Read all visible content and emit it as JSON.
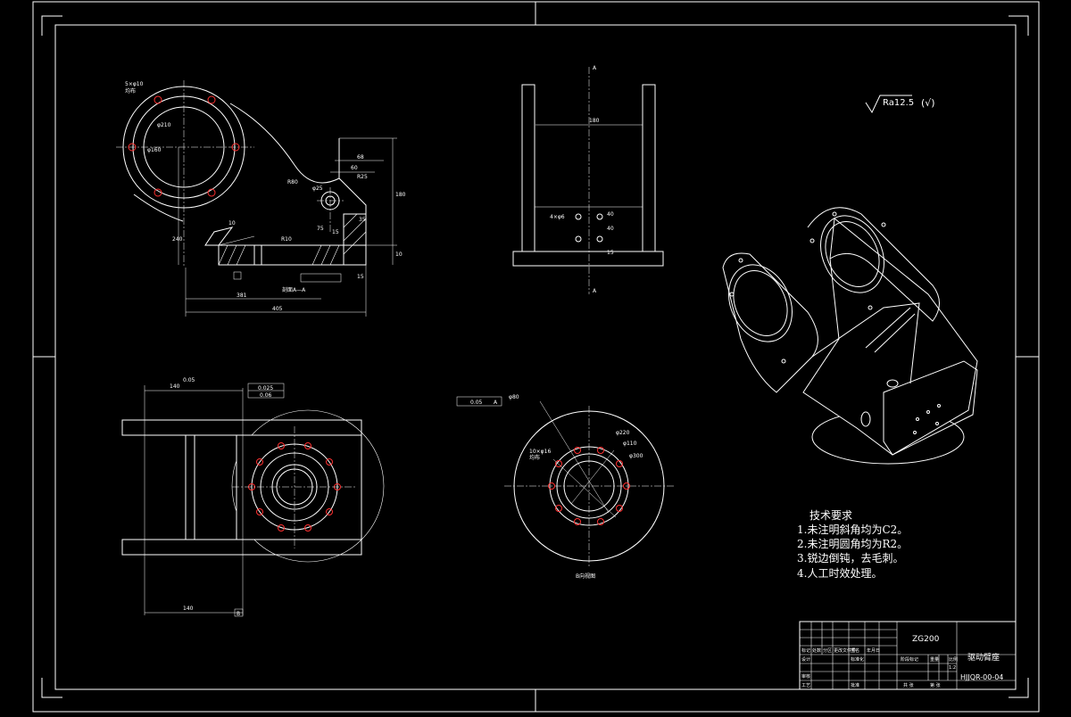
{
  "roughness": {
    "symbol": "Ra12.5",
    "suffix": "(√)"
  },
  "front_view": {
    "holes_label": "5×φ10",
    "holes_sub": "均布",
    "dims": [
      "φ210",
      "φ160",
      "R80",
      "φ25",
      "R25",
      "68",
      "60",
      "10",
      "180",
      "10",
      "240",
      "R10",
      "75",
      "15",
      "35",
      "15",
      "381",
      "405"
    ],
    "section_label": "剖面A—A"
  },
  "top_view": {
    "dims": [
      "180",
      "4×φ6",
      "40",
      "40",
      "15"
    ],
    "section": "A"
  },
  "side_view": {
    "dim_upper": "140",
    "dim_lower": "140",
    "tol_upper": "0.05",
    "fcf1": "0.025",
    "fcf2": "0.06",
    "datum": "B"
  },
  "b_view": {
    "label": "B向视图",
    "fcf": "0.05",
    "datum": "A",
    "dims": [
      "φ80",
      "φ220",
      "φ110",
      "φ300",
      "10×φ16",
      "均布"
    ]
  },
  "tech_requirements": {
    "title": "技术要求",
    "items": [
      "1.未注明斜角均为C2。",
      "2.未注明圆角均为R2。",
      "3.锐边倒钝，去毛刺。",
      "4.人工时效处理。"
    ]
  },
  "title_block": {
    "material": "ZG200",
    "part_name": "驱动臂座",
    "drawing_no": "HJJQR-00-04",
    "headers": [
      "标记",
      "处数",
      "分区",
      "更改文件号",
      "签名",
      "年月日"
    ],
    "rows": [
      "设计",
      "审核",
      "工艺"
    ],
    "mid": [
      "标准化",
      "批准"
    ],
    "right_headers": [
      "阶段标记",
      "重量",
      "比例"
    ],
    "right_footer": [
      "共 张",
      "第 张"
    ],
    "scale": "1:2"
  }
}
